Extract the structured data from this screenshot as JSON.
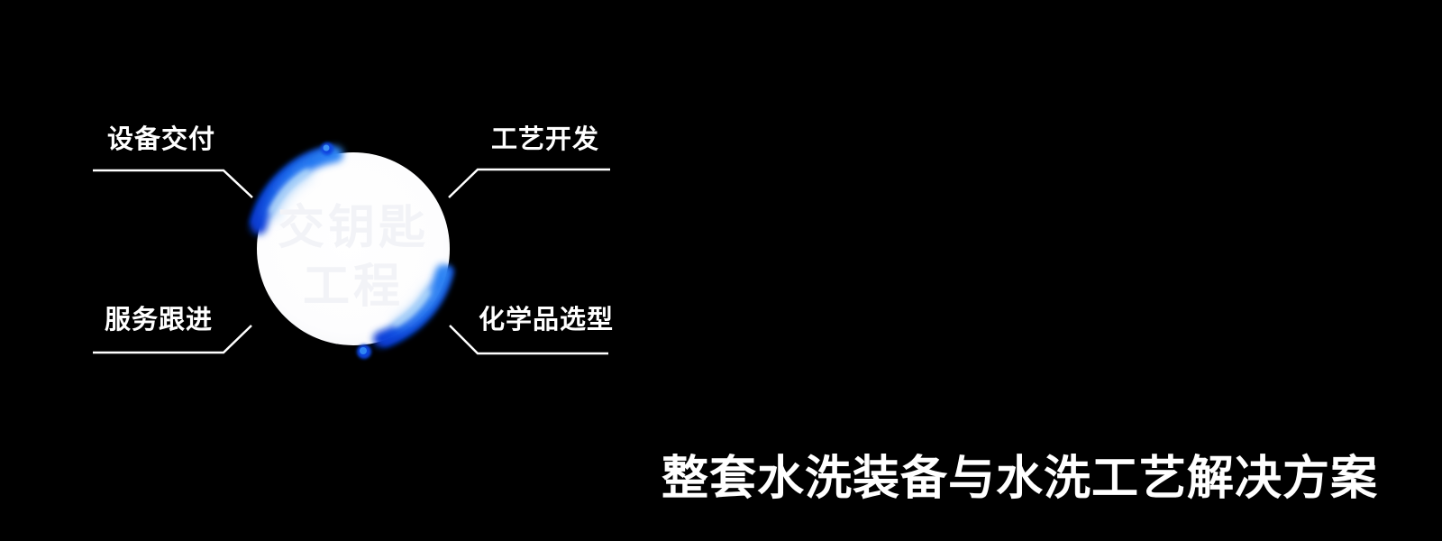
{
  "background_color": "#000000",
  "diagram": {
    "sphere": {
      "label_line1": "交钥匙",
      "label_line2": "工程",
      "fill_color": "#fdfdfe",
      "inner_label_color": "#f2f3f7",
      "glow_blue": "#1565ee",
      "glow_blue_dark": "#0a3fd8",
      "glow_blue_light": "#bfe4fb"
    },
    "nodes": [
      {
        "position": "top-left",
        "label": "设备交付"
      },
      {
        "position": "top-right",
        "label": "工艺开发"
      },
      {
        "position": "bottom-left",
        "label": "服务跟进"
      },
      {
        "position": "bottom-right",
        "label": "化学品选型"
      }
    ],
    "connector_color": "#ffffff"
  },
  "title": {
    "text": "整套水洗装备与水洗工艺解决方案",
    "color": "#ffffff"
  }
}
